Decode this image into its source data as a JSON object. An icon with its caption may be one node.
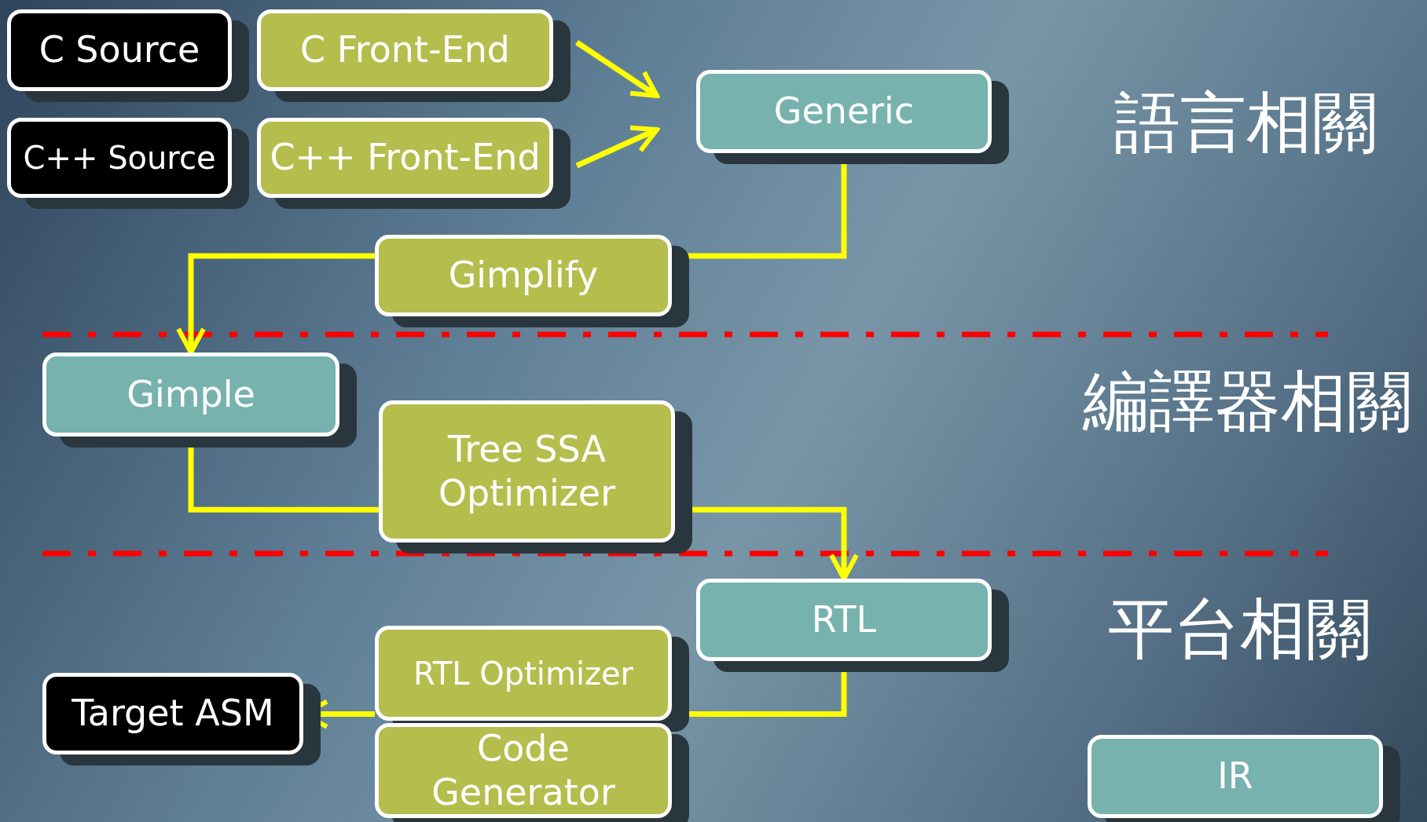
{
  "diagram": {
    "nodes": [
      {
        "text": [
          "C Source"
        ]
      },
      {
        "text": [
          "C Front-End"
        ]
      },
      {
        "text": [
          "C++ Source"
        ]
      },
      {
        "text": [
          "C++ Front-End"
        ]
      },
      {
        "text": [
          "Generic"
        ]
      },
      {
        "text": [
          "Gimplify"
        ]
      },
      {
        "text": [
          "Gimple"
        ]
      },
      {
        "text": [
          "Tree SSA Optimizer"
        ]
      },
      {
        "text": [
          "RTL"
        ]
      },
      {
        "text": [
          "RTL Optimizer"
        ]
      },
      {
        "text": [
          "Code Generator"
        ]
      },
      {
        "text": [
          "Target ASM"
        ]
      },
      {
        "text": [
          "IR"
        ]
      }
    ],
    "edges": [
      {
        "from": 1,
        "to": 4,
        "arrow": "to"
      },
      {
        "from": 3,
        "to": 4,
        "arrow": "to"
      },
      {
        "from": 4,
        "to": 5,
        "arrow": "none"
      },
      {
        "from": 5,
        "to": 6,
        "arrow": "to"
      },
      {
        "from": 6,
        "to": 7,
        "arrow": "none"
      },
      {
        "from": 7,
        "to": 8,
        "arrow": "to"
      },
      {
        "from": 8,
        "to": 9,
        "arrow": "none"
      },
      {
        "from": 9,
        "to": 11,
        "arrow": "to"
      }
    ],
    "labels": [
      "語言相關",
      "編譯器相關",
      "平台相關"
    ]
  }
}
